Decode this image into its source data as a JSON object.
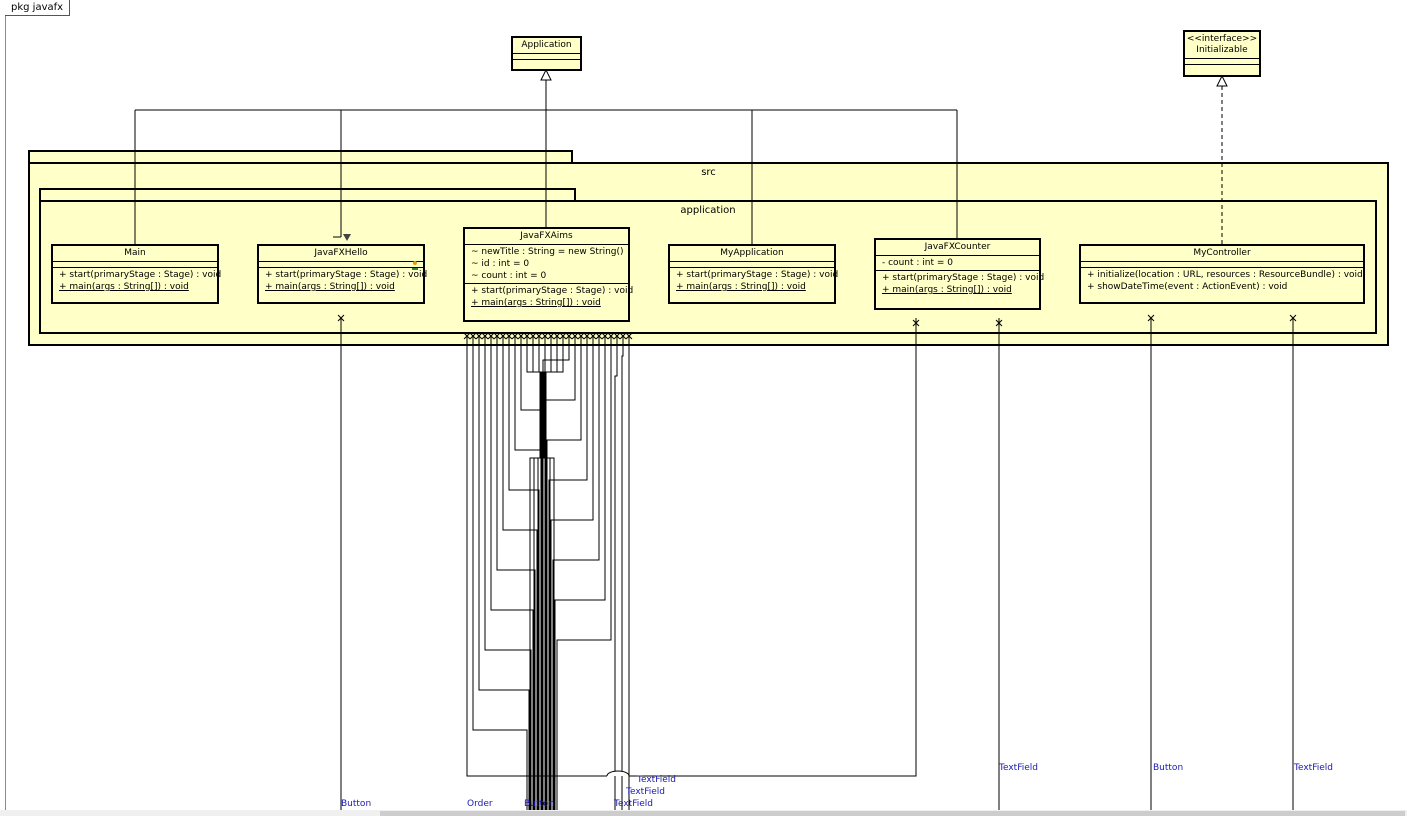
{
  "frame": {
    "label": "pkg javafx"
  },
  "packages": {
    "src": "src",
    "application": "application"
  },
  "external": {
    "application": {
      "name": "Application"
    },
    "initializable": {
      "stereotype": "<<interface>>",
      "name": "Initializable"
    }
  },
  "classes": {
    "main": {
      "name": "Main",
      "ops": [
        "+ start(primaryStage : Stage) : void",
        "+ main(args : String[]) : void"
      ]
    },
    "hello": {
      "name": "JavaFXHello",
      "ops": [
        "+ start(primaryStage : Stage) : void",
        "+ main(args : String[]) : void"
      ]
    },
    "aims": {
      "name": "JavaFXAims",
      "attrs": [
        "~ newTitle : String = new String()",
        "~ id : int = 0",
        "~ count : int = 0"
      ],
      "ops": [
        "+ start(primaryStage : Stage) : void",
        "+ main(args : String[]) : void"
      ]
    },
    "myapp": {
      "name": "MyApplication",
      "ops": [
        "+ start(primaryStage : Stage) : void",
        "+ main(args : String[]) : void"
      ]
    },
    "counter": {
      "name": "JavaFXCounter",
      "attrs": [
        "- count : int = 0"
      ],
      "ops": [
        "+ start(primaryStage : Stage) : void",
        "+ main(args : String[]) : void"
      ]
    },
    "controller": {
      "name": "MyController",
      "ops": [
        "+ initialize(location : URL, resources : ResourceBundle) : void",
        "+ showDateTime(event : ActionEvent) : void"
      ]
    }
  },
  "labels": {
    "l1": "Button",
    "l2": "Order",
    "l3": "Button",
    "l4": "TextField",
    "l5": "TextField",
    "l6": "TextField",
    "l7": "TextField",
    "l8": "Button",
    "l9": "TextField"
  },
  "colors": {
    "class_fill": "#ffffc8",
    "label_text": "#1a1ab0",
    "line": "#000000"
  }
}
